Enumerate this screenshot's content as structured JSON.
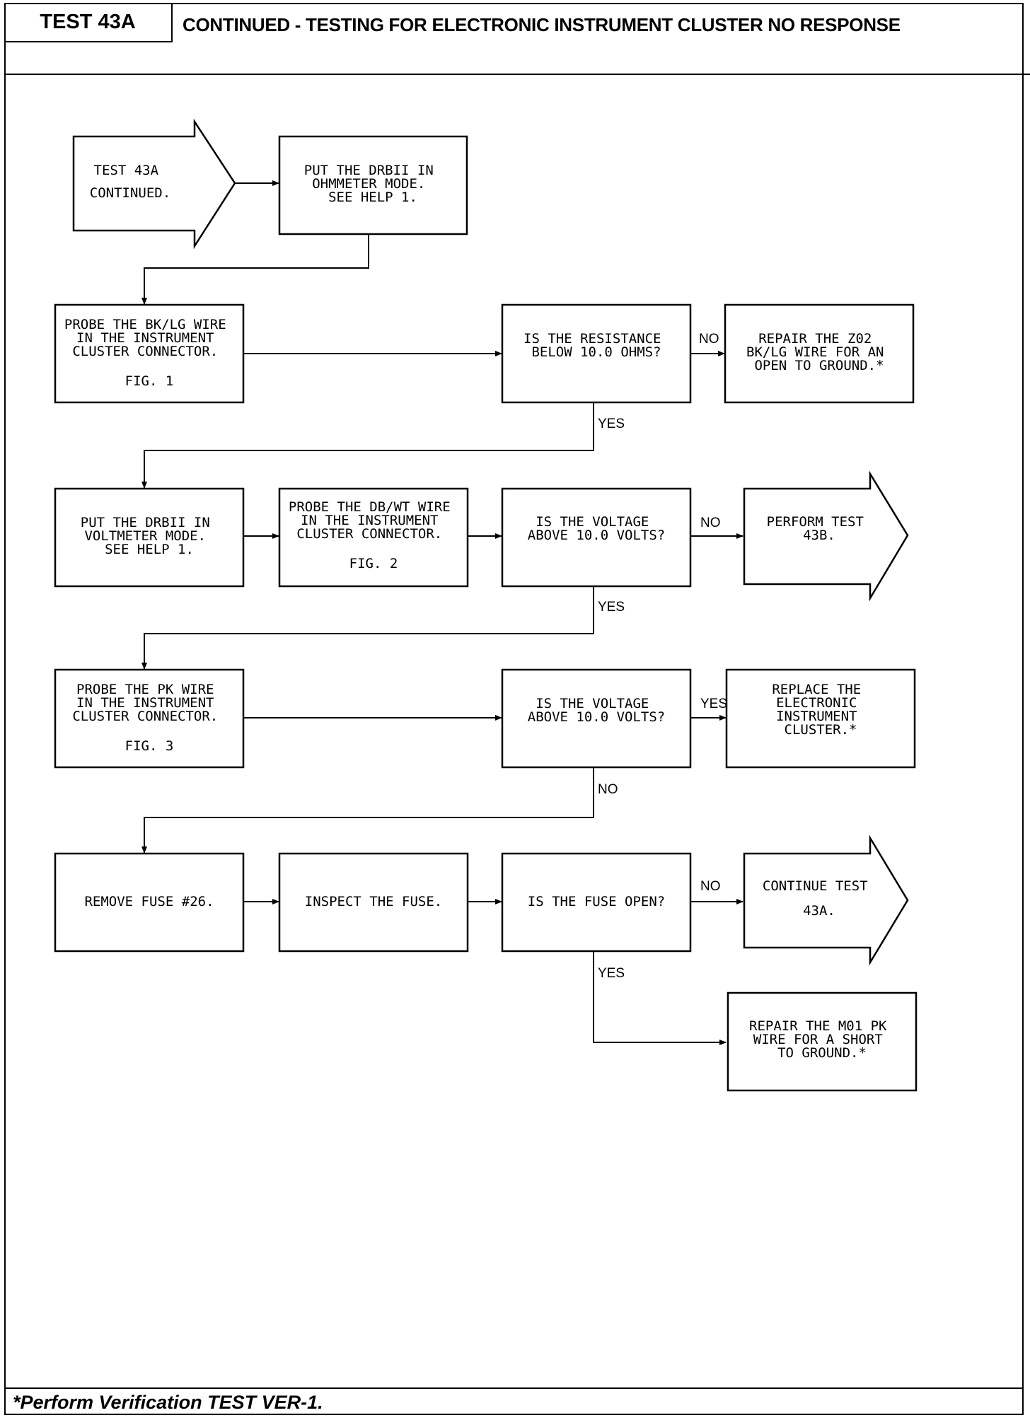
{
  "header": {
    "test_label": "TEST 43A",
    "title": "CONTINUED - TESTING FOR ELECTRONIC INSTRUMENT CLUSTER NO RESPONSE"
  },
  "flowchart": {
    "start": [
      "TEST 43A",
      "CONTINUED."
    ],
    "ohmmeter_step": [
      "PUT THE DRBII IN",
      "OHMMETER MODE.",
      "SEE HELP 1."
    ],
    "probe_bklg": [
      "PROBE THE BK/LG WIRE",
      "IN THE INSTRUMENT",
      "CLUSTER CONNECTOR."
    ],
    "probe_bklg_fig": "FIG. 1",
    "resistance_q": [
      "IS THE RESISTANCE",
      "BELOW 10.0 OHMS?"
    ],
    "repair_z02": [
      "REPAIR THE Z02",
      "BK/LG WIRE FOR AN",
      "OPEN TO GROUND.*"
    ],
    "voltmeter_step": [
      "PUT THE DRBII IN",
      "VOLTMETER MODE.",
      "SEE HELP 1."
    ],
    "probe_dbwt": [
      "PROBE THE DB/WT WIRE",
      "IN THE INSTRUMENT",
      "CLUSTER CONNECTOR."
    ],
    "probe_dbwt_fig": "FIG. 2",
    "voltage_q1": [
      "IS THE VOLTAGE",
      "ABOVE 10.0 VOLTS?"
    ],
    "perform_43b": [
      "PERFORM TEST",
      "43B."
    ],
    "probe_pk": [
      "PROBE THE PK WIRE",
      "IN THE INSTRUMENT",
      "CLUSTER CONNECTOR."
    ],
    "probe_pk_fig": "FIG. 3",
    "voltage_q2": [
      "IS THE VOLTAGE",
      "ABOVE 10.0 VOLTS?"
    ],
    "replace_cluster": [
      "REPLACE THE",
      "ELECTRONIC",
      "INSTRUMENT",
      "CLUSTER.*"
    ],
    "remove_fuse": "REMOVE FUSE #26.",
    "inspect_fuse": "INSPECT THE FUSE.",
    "fuse_q": "IS THE FUSE OPEN?",
    "continue_43a": [
      "CONTINUE TEST",
      "43A."
    ],
    "repair_m01": [
      "REPAIR THE M01 PK",
      "WIRE FOR A SHORT",
      "TO GROUND.*"
    ],
    "labels": {
      "no": "NO",
      "yes": "YES"
    }
  },
  "footer": {
    "text": "*Perform Verification TEST VER-1."
  }
}
